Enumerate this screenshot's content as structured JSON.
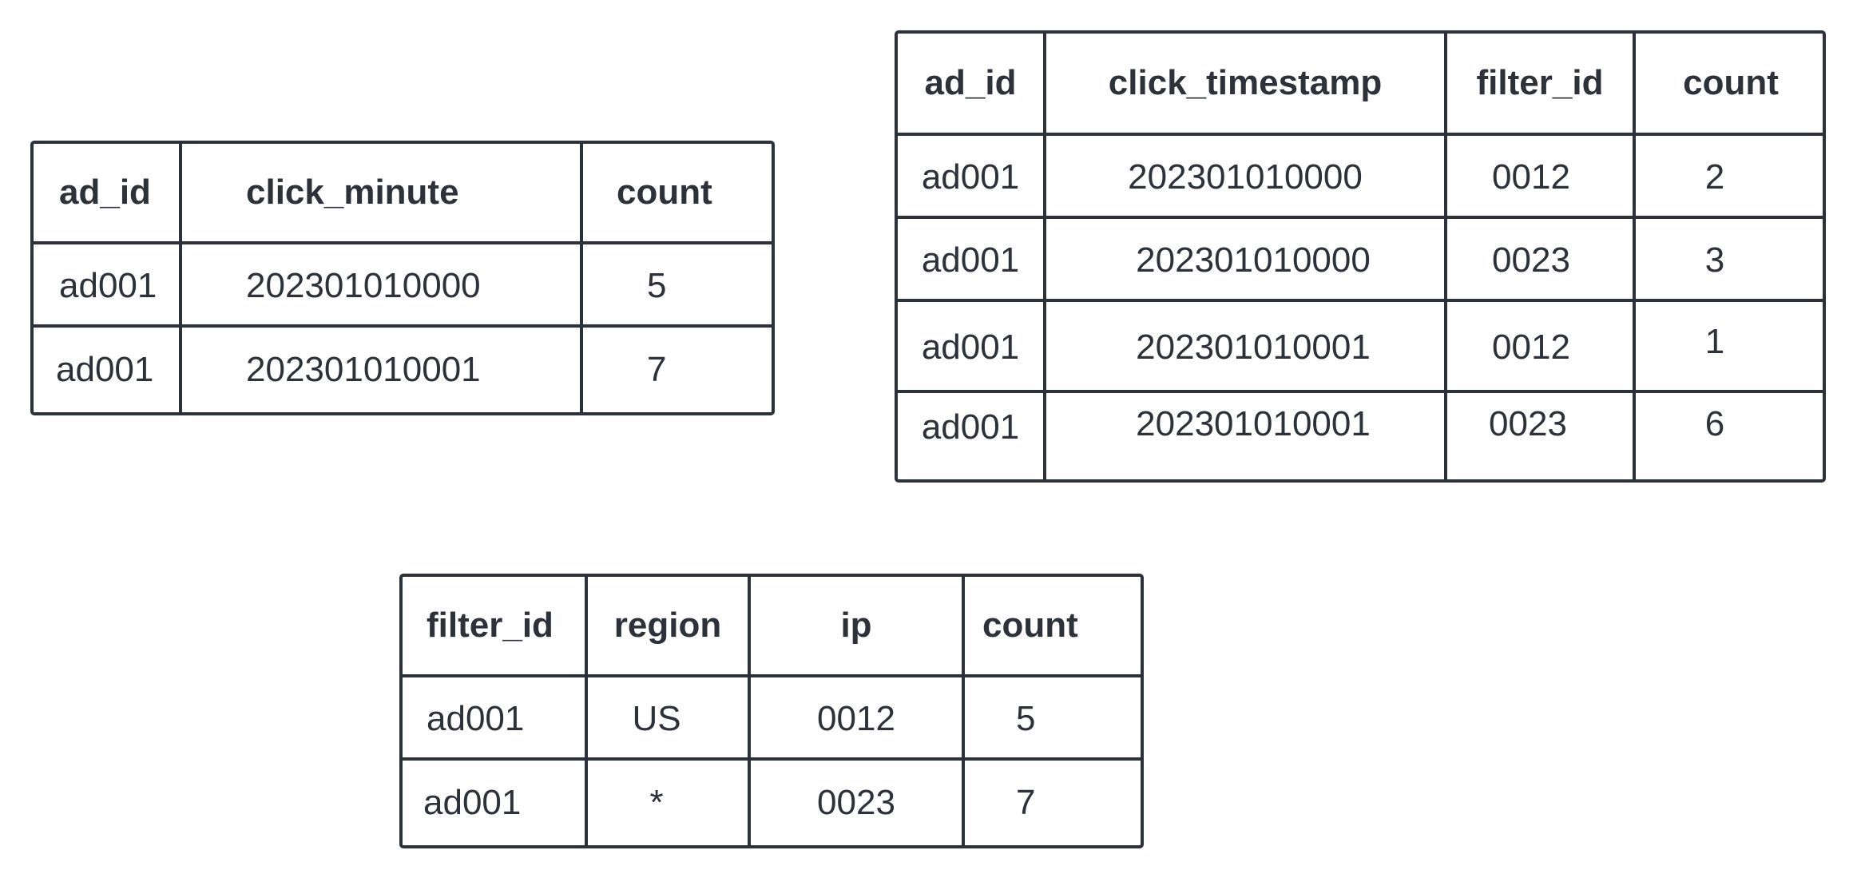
{
  "tables": [
    {
      "headers": [
        "ad_id",
        "click_minute",
        "count"
      ],
      "rows": [
        [
          "ad001",
          "202301010000",
          "5"
        ],
        [
          "ad001",
          "202301010001",
          "7"
        ]
      ]
    },
    {
      "headers": [
        "ad_id",
        "click_timestamp",
        "filter_id",
        "count"
      ],
      "rows": [
        [
          "ad001",
          "202301010000",
          "0012",
          "2"
        ],
        [
          "ad001",
          "202301010000",
          "0023",
          "3"
        ],
        [
          "ad001",
          "202301010001",
          "0012",
          "1"
        ],
        [
          "ad001",
          "202301010001",
          "0023",
          "6"
        ]
      ]
    },
    {
      "headers": [
        "filter_id",
        "region",
        "ip",
        "count"
      ],
      "rows": [
        [
          "ad001",
          "US",
          "0012",
          "5"
        ],
        [
          "ad001",
          "*",
          "0023",
          "7"
        ]
      ]
    }
  ],
  "colors": {
    "line": "#2d3139",
    "text": "#2d3139",
    "background": "#ffffff"
  }
}
